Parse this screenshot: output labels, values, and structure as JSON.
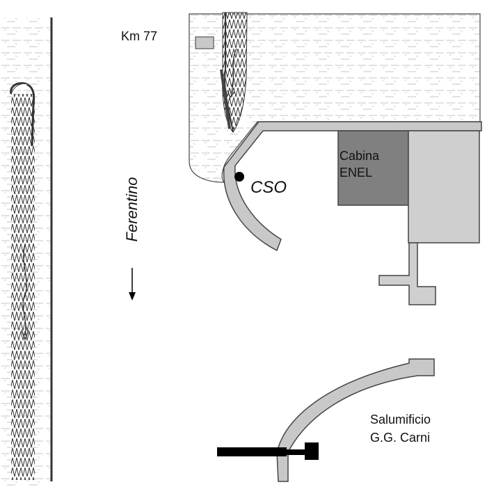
{
  "labels": {
    "km": "Km 77",
    "cso": "CSO",
    "cabina_line1": "Cabina",
    "cabina_line2": "ENEL",
    "ferentino": "Ferentino",
    "salumificio_line1": "Salumificio",
    "salumificio_line2": "G.G. Carni"
  },
  "colors": {
    "road": "#c8c8c8",
    "road_outline": "#555555",
    "building_dark": "#808080",
    "building_light": "#cfcfcf",
    "pipe": "#000000",
    "field_pattern": "#bdbdbd"
  }
}
